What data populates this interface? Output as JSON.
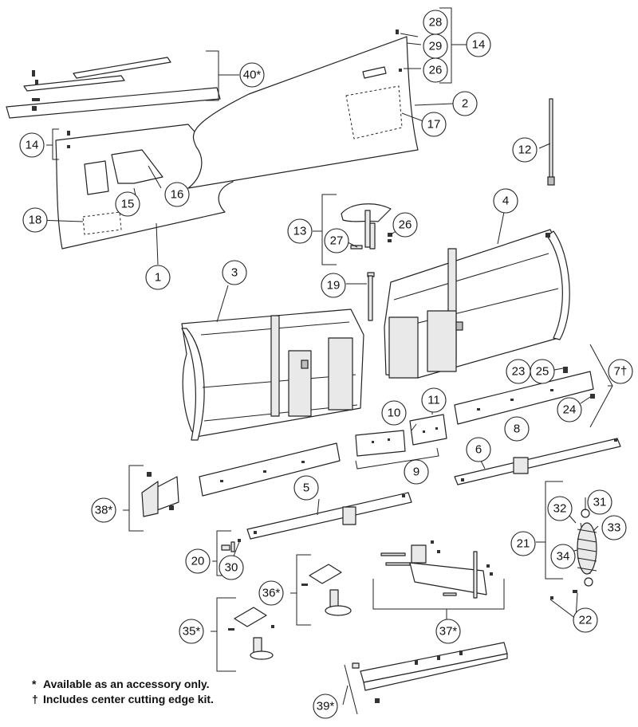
{
  "callouts": {
    "c1": "1",
    "c2": "2",
    "c3": "3",
    "c4": "4",
    "c5": "5",
    "c6": "6",
    "c7": "7†",
    "c8": "8",
    "c9": "9",
    "c10": "10",
    "c11": "11",
    "c12": "12",
    "c13": "13",
    "c14a": "14",
    "c14b": "14",
    "c15": "15",
    "c16": "16",
    "c17": "17",
    "c18": "18",
    "c19": "19",
    "c20": "20",
    "c21": "21",
    "c22": "22",
    "c23": "23",
    "c24": "24",
    "c25": "25",
    "c26a": "26",
    "c26b": "26",
    "c27": "27",
    "c28": "28",
    "c29": "29",
    "c30": "30",
    "c31": "31",
    "c32": "32",
    "c33": "33",
    "c34": "34",
    "c35": "35*",
    "c36": "36*",
    "c37": "37*",
    "c38": "38*",
    "c39": "39*",
    "c40": "40*"
  },
  "legend": {
    "accessory_mark": "*",
    "accessory_text": "Available as an accessory only.",
    "kit_mark": "†",
    "kit_text": "Includes center cutting edge kit."
  }
}
